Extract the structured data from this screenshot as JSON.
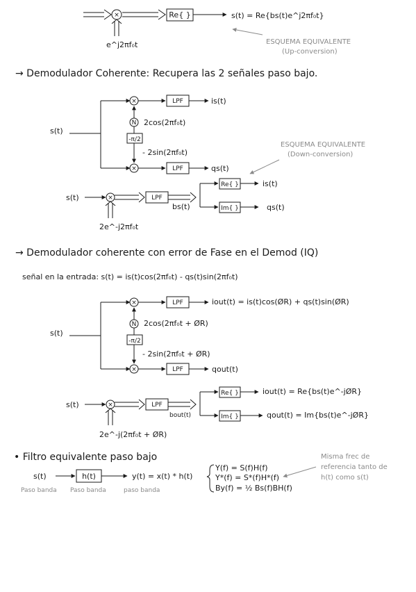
{
  "top": {
    "mult": "×",
    "re_box": "Re{ }",
    "out": "s(t) = Re{bs(t)e^j2πf₀t}",
    "exp": "e^j2πf₀t",
    "equiv_title": "ESQUEMA EQUIVALENTE",
    "equiv_sub": "(Up-conversion)"
  },
  "sec1": {
    "heading": "→ Demodulador Coherente: Recupera las 2 señales paso bajo.",
    "input": "s(t)",
    "mult": "×",
    "lpf": "LPF",
    "osc": "N",
    "cos": "2cos(2πf₀t)",
    "shift": "-π/2",
    "sin": "- 2sin(2πf₀t)",
    "out_i": "is(t)",
    "out_q": "qs(t)",
    "equiv_title": "ESQUEMA EQUIVALENTE",
    "equiv_sub": "(Down-conversion)",
    "eq_input": "s(t)",
    "eq_exp": "2e^-j2πf₀t",
    "eq_bs": "bs(t)",
    "re_box": "Re{ }",
    "im_box": "Im{ }",
    "eq_out_i": "is(t)",
    "eq_out_q": "qs(t)"
  },
  "sec2": {
    "heading": "→ Demodulador coherente con error de Fase en el Demod (IQ)",
    "signal_line": "señal en la entrada: s(t) = is(t)cos(2πf₀t) - qs(t)sin(2πf₀t)",
    "input": "s(t)",
    "mult": "×",
    "lpf": "LPF",
    "osc": "N",
    "cos": "2cos(2πf₀t + ØR)",
    "shift": "-π/2",
    "sin": "- 2sin(2πf₀t + ØR)",
    "out_i": "iout(t) = is(t)cos(ØR) + qs(t)sin(ØR)",
    "out_q": "qout(t)",
    "eq_input": "s(t)",
    "eq_exp": "2e^-j(2πf₀t + ØR)",
    "eq_bs": "bout(t)",
    "re_box": "Re{ }",
    "im_box": "Im{ }",
    "eq_out_i": "iout(t) = Re{bs(t)e^-jØR}",
    "eq_out_q": "qout(t) = Im{bs(t)e^-jØR}"
  },
  "sec3": {
    "heading": "• Filtro equivalente paso bajo",
    "input": "s(t)",
    "h_box": "h(t)",
    "output": "y(t) = x(t) * h(t)",
    "eq1": "Y(f) = S(f)H(f)",
    "eq2": "Y*(f) = S*(f)H*(f)",
    "eq3": "By(f) = ½ Bs(f)BH(f)",
    "lbl_in": "Paso banda",
    "lbl_h": "Paso banda",
    "lbl_out": "paso banda",
    "note1": "Misma frec de",
    "note2": "referencia tanto de",
    "note3": "h(t) como s(t)"
  }
}
